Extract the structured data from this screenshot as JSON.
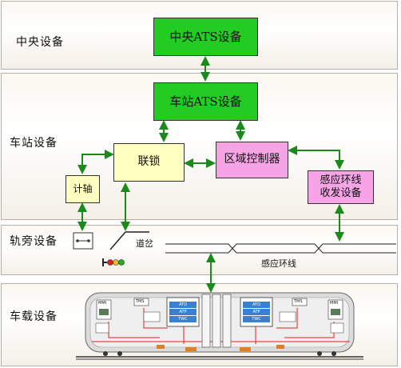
{
  "bands": {
    "central": "中央设备",
    "station": "车站设备",
    "trackside": "轨旁设备",
    "onboard": "车载设备"
  },
  "boxes": {
    "central_ats": "中央ATS设备",
    "station_ats": "车站ATS设备",
    "interlocking": "联锁",
    "zone_controller": "区域控制器",
    "axle_counter": "计轴",
    "loop_transceiver": "感应环线\n收发设备"
  },
  "labels": {
    "switch": "道岔",
    "induction_loop": "感应环线"
  },
  "train": {
    "mmi_left": "MMI",
    "tms_left": "TMS",
    "ato": "ATO",
    "atp": "ATP",
    "twc": "TWC",
    "tms_right": "TMS",
    "mmi_right": "MMI"
  },
  "colors": {
    "link_arrow": "#1a8a1a",
    "ats_box": "#22cc22",
    "interlocking_box": "#ffffc0",
    "zone_box": "#f7a4e6",
    "signal_red": "#e02020",
    "signal_yellow": "#f0c020",
    "signal_green": "#20b020"
  }
}
